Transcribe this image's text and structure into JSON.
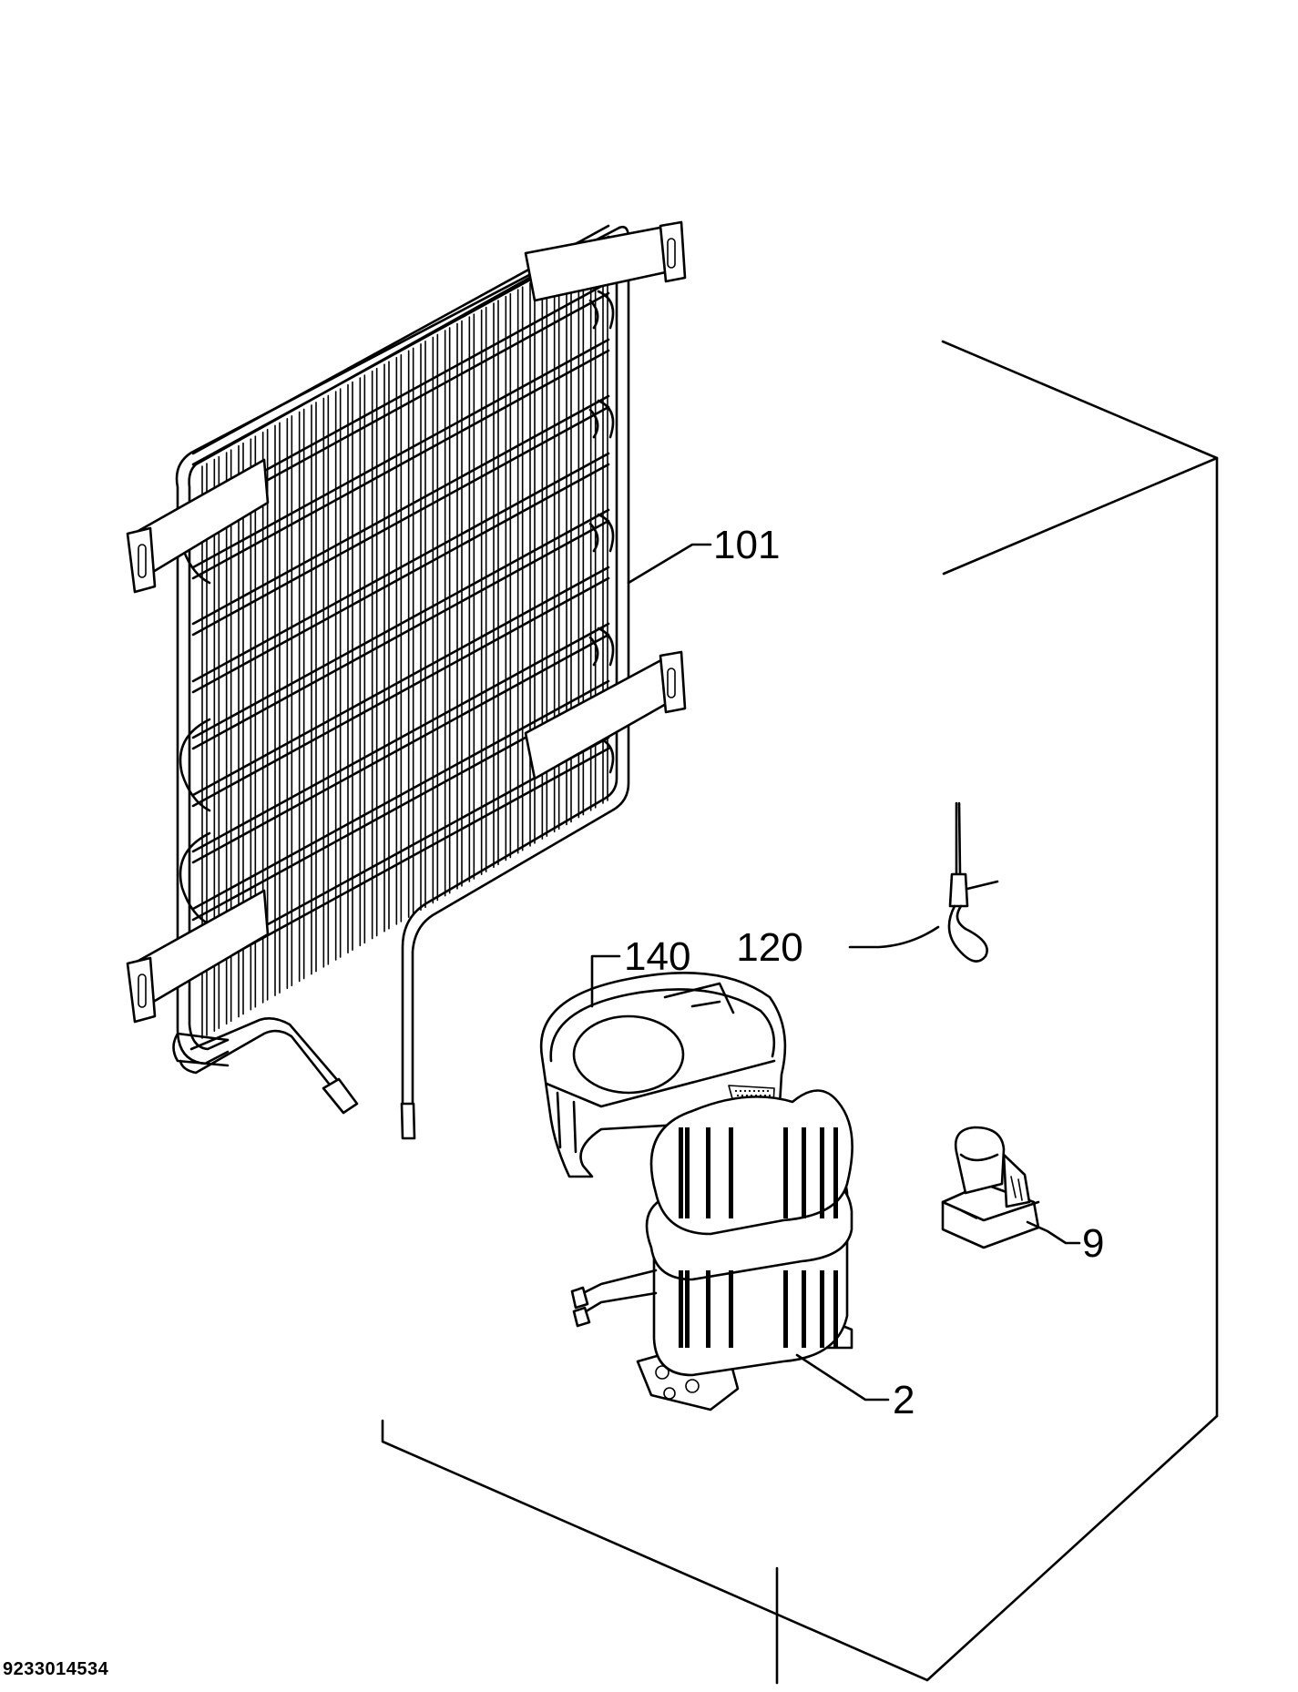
{
  "callouts": [
    {
      "id": "condenser",
      "label": "101"
    },
    {
      "id": "thermostat-capillary",
      "label": "120"
    },
    {
      "id": "drip-tray",
      "label": "140"
    },
    {
      "id": "compressor",
      "label": "2"
    },
    {
      "id": "relay-clip",
      "label": "9"
    }
  ],
  "drawing_number": "9233014534",
  "colors": {
    "ink": "#000000",
    "paper": "#ffffff"
  }
}
